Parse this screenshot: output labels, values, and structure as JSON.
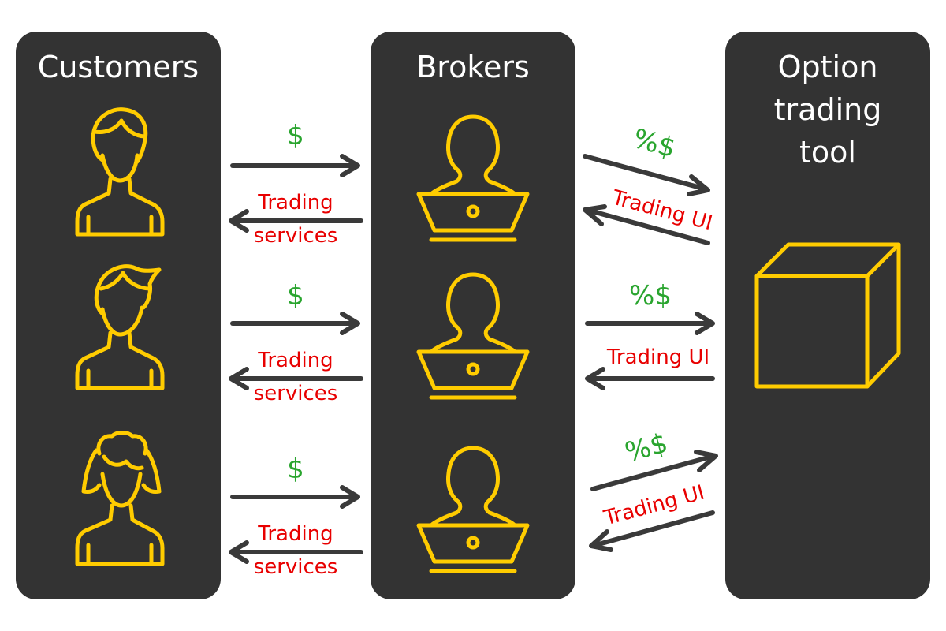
{
  "panels": {
    "customers": "Customers",
    "brokers": "Brokers",
    "tool": "Option\ntrading\ntool"
  },
  "colors": {
    "panel": "#333333",
    "icon": "#ffcc00",
    "money": "#2aa52f",
    "service": "#e80000",
    "arrow": "#3a3a3a"
  },
  "icons": {
    "customer": "person-icon",
    "broker": "person-at-laptop-icon",
    "tool": "cube-icon"
  },
  "rows": [
    {
      "customer_to_broker": "$",
      "broker_to_customer": "Trading\nservices",
      "broker_to_tool": "%$",
      "tool_to_broker": "Trading UI"
    },
    {
      "customer_to_broker": "$",
      "broker_to_customer": "Trading\nservices",
      "broker_to_tool": "%$",
      "tool_to_broker": "Trading UI"
    },
    {
      "customer_to_broker": "$",
      "broker_to_customer": "Trading\nservices",
      "broker_to_tool": "%$",
      "tool_to_broker": "Trading UI"
    }
  ]
}
